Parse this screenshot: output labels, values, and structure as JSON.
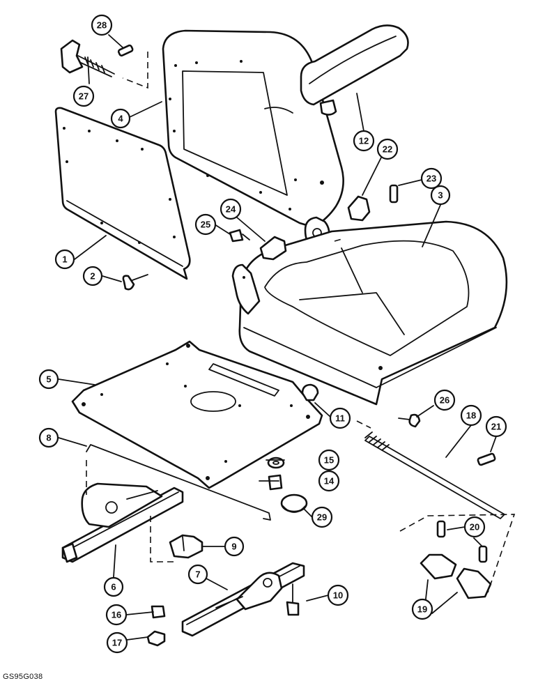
{
  "drawing_code": "GS95G038",
  "callouts": {
    "c1": "1",
    "c2": "2",
    "c3": "3",
    "c4": "4",
    "c5": "5",
    "c6": "6",
    "c7": "7",
    "c8": "8",
    "c9": "9",
    "c10": "10",
    "c11": "11",
    "c12": "12",
    "c14": "14",
    "c15": "15",
    "c16": "16",
    "c17": "17",
    "c18": "18",
    "c19": "19",
    "c20": "20",
    "c21": "21",
    "c22": "22",
    "c23": "23",
    "c24": "24",
    "c25": "25",
    "c26": "26",
    "c27": "27",
    "c28": "28",
    "c29": "29"
  },
  "colors": {
    "ink": "#111111",
    "paper": "#ffffff"
  }
}
